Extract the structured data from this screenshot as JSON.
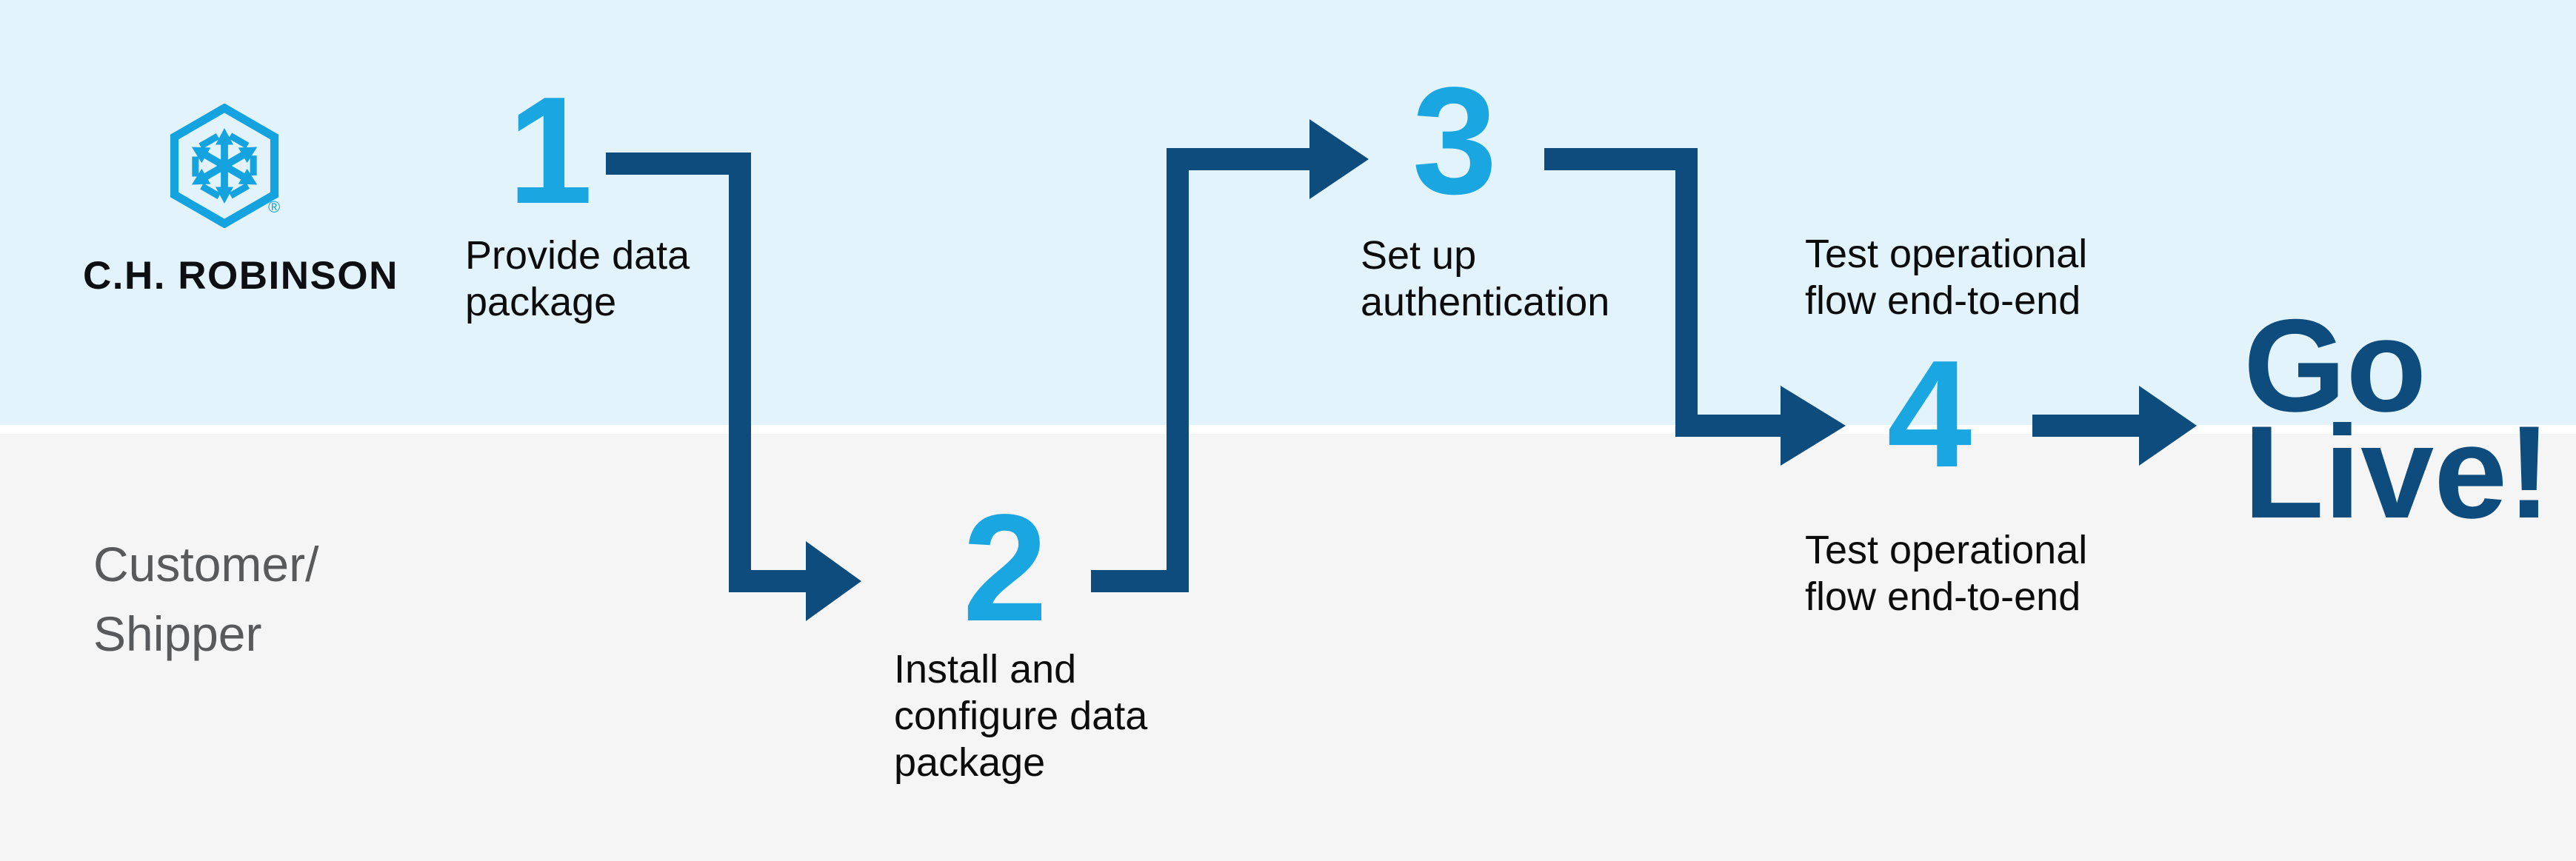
{
  "logo": {
    "wordmark": "C.H. ROBINSON",
    "registered_mark": "®",
    "icon": "hexagon-outward-arrows-icon"
  },
  "customer_lane": {
    "line1": "Customer/",
    "line2": "Shipper"
  },
  "steps": [
    {
      "number": "1",
      "line1": "Provide data",
      "line2": "package"
    },
    {
      "number": "2",
      "line1": "Install and",
      "line2": "configure data",
      "line3": "package"
    },
    {
      "number": "3",
      "line1": "Set up",
      "line2": "authentication"
    },
    {
      "number": "4",
      "top_line1": "Test operational",
      "top_line2": "flow end-to-end",
      "bottom_line1": "Test operational",
      "bottom_line2": "flow end-to-end"
    }
  ],
  "outcome": {
    "line1": "Go",
    "line2": "Live!"
  },
  "colors": {
    "navy": "#0e4c7d",
    "cyan": "#1aa7e1",
    "logo_blue": "#14a3df",
    "band_blue": "#e3f3fb",
    "band_gray": "#f5f5f6",
    "divider_white": "#ffffff",
    "text_black": "#0c0c0d",
    "text_gray": "#58595b"
  }
}
